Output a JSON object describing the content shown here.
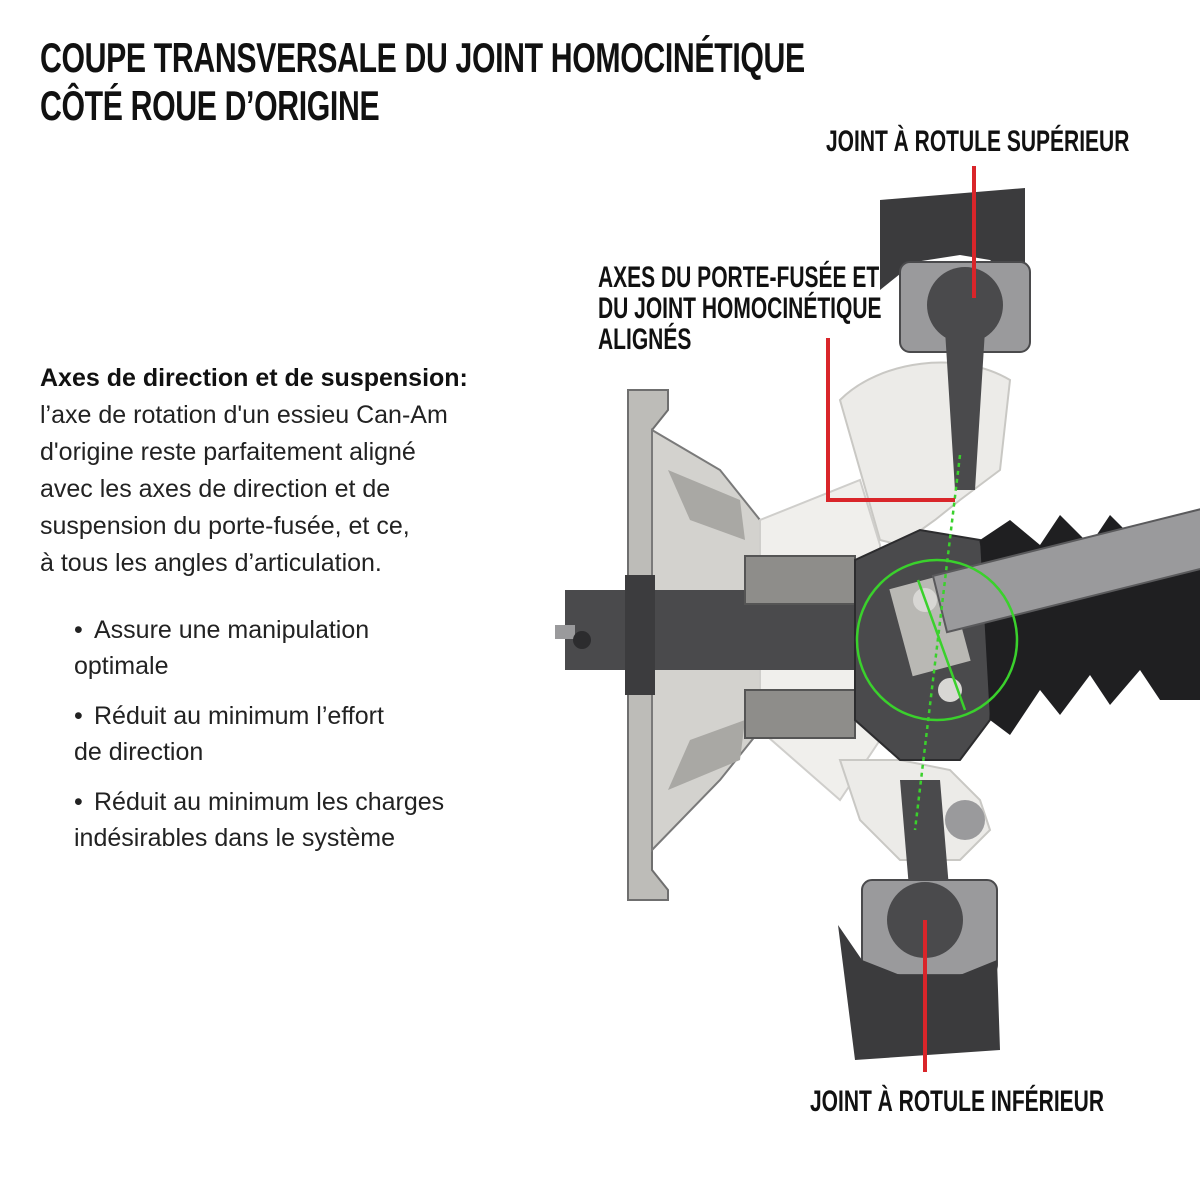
{
  "title": {
    "line1": "COUPE TRANSVERSALE DU JOINT HOMOCINÉTIQUE",
    "line2": "CÔTÉ ROUE D’ORIGINE"
  },
  "callouts": {
    "upper_ball_joint": "JOINT À ROTULE SUPÉRIEUR",
    "aligned_axes": {
      "line1": "AXES DU PORTE-FUSÉE ET",
      "line2": "DU JOINT HOMOCINÉTIQUE",
      "line3": "ALIGNÉS"
    },
    "lower_ball_joint": "JOINT À ROTULE INFÉRIEUR"
  },
  "description": {
    "heading": "Axes de direction et de suspension:",
    "body": "l’axe de rotation d'un essieu Can-Am\nd'origine reste parfaitement aligné\navec les axes de direction et de\nsuspension du porte-fusée, et ce,\nà tous les angles d’articulation."
  },
  "bullets": [
    "Assure une manipulation\n optimale",
    "Réduit au minimum l’effort\n de direction",
    "Réduit au minimum les charges\n indésirables dans le système"
  ],
  "colors": {
    "leader_line": "#d9252a",
    "alignment_axis": "#3ad12c",
    "metal_dark": "#4a4a4c",
    "metal_light": "#9a9a9c",
    "housing": "#ecebe8"
  }
}
